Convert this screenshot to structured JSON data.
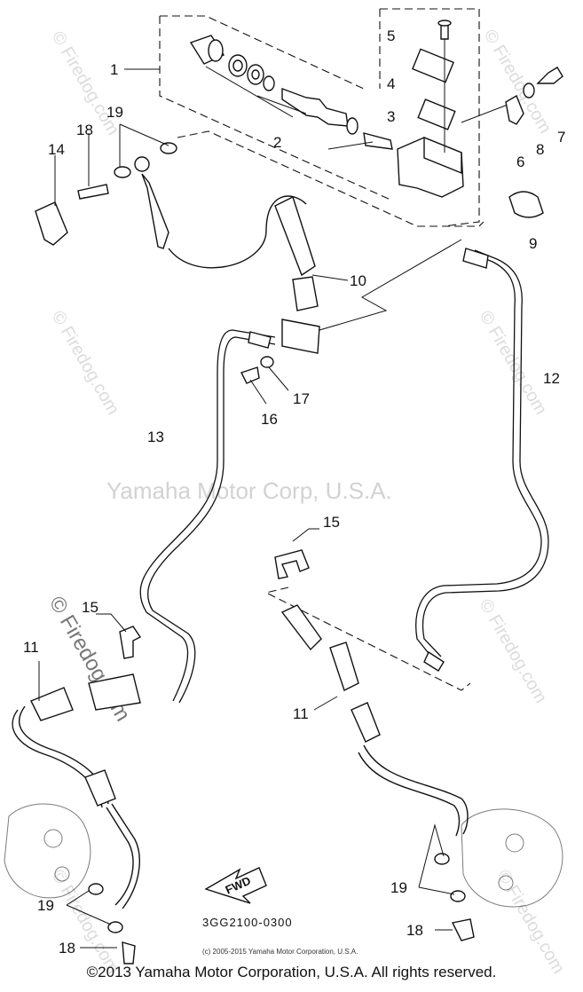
{
  "diagram": {
    "part_numbers": {
      "p1": "1",
      "p2": "2",
      "p3": "3",
      "p4": "4",
      "p5": "5",
      "p6": "6",
      "p7": "7",
      "p8": "8",
      "p9": "9",
      "p10": "10",
      "p11a": "11",
      "p11b": "11",
      "p12": "12",
      "p13": "13",
      "p14": "14",
      "p15a": "15",
      "p15b": "15",
      "p16": "16",
      "p17": "17",
      "p18a": "18",
      "p18b": "18",
      "p18c": "18",
      "p19a": "19",
      "p19b": "19",
      "p19c": "19"
    },
    "watermark_main": "Yamaha Motor Corp, U.S.A.",
    "watermark_side": "© Firedog.com",
    "diagram_code": "3GG2100-0300",
    "fwd_label": "FWD",
    "small_copyright": "(c) 2005-2015 Yamaha Motor Corporation, U.S.A.",
    "footer_copyright": "©2013 Yamaha Motor Corporation, U.S.A. All rights reserved."
  }
}
